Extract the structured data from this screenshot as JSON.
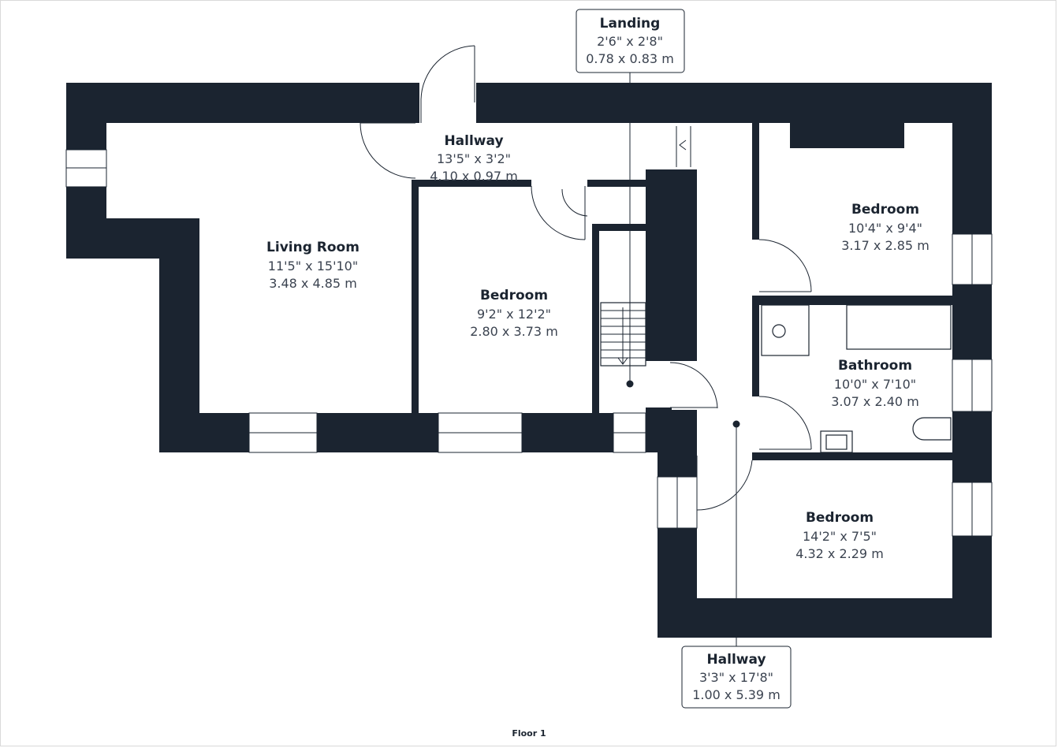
{
  "floor_label": "Floor 1",
  "rooms": {
    "living_room": {
      "name": "Living Room",
      "imperial": "11'5\" x 15'10\"",
      "metric": "3.48 x 4.85 m"
    },
    "bedroom_1": {
      "name": "Bedroom",
      "imperial": "9'2\" x 12'2\"",
      "metric": "2.80 x 3.73 m"
    },
    "hallway_1": {
      "name": "Hallway",
      "imperial": "13'5\" x 3'2\"",
      "metric": "4.10 x 0.97 m"
    },
    "landing": {
      "name": "Landing",
      "imperial": "2'6\" x 2'8\"",
      "metric": "0.78 x 0.83 m"
    },
    "bedroom_2": {
      "name": "Bedroom",
      "imperial": "10'4\" x 9'4\"",
      "metric": "3.17 x 2.85 m"
    },
    "bathroom": {
      "name": "Bathroom",
      "imperial": "10'0\" x 7'10\"",
      "metric": "3.07 x 2.40 m"
    },
    "bedroom_3": {
      "name": "Bedroom",
      "imperial": "14'2\" x 7'5\"",
      "metric": "4.32 x 2.29 m"
    },
    "hallway_2": {
      "name": "Hallway",
      "imperial": "3'3\" x 17'8\"",
      "metric": "1.00 x 5.39 m"
    }
  },
  "colors": {
    "wall": "#1b2430",
    "background": "#ffffff"
  }
}
